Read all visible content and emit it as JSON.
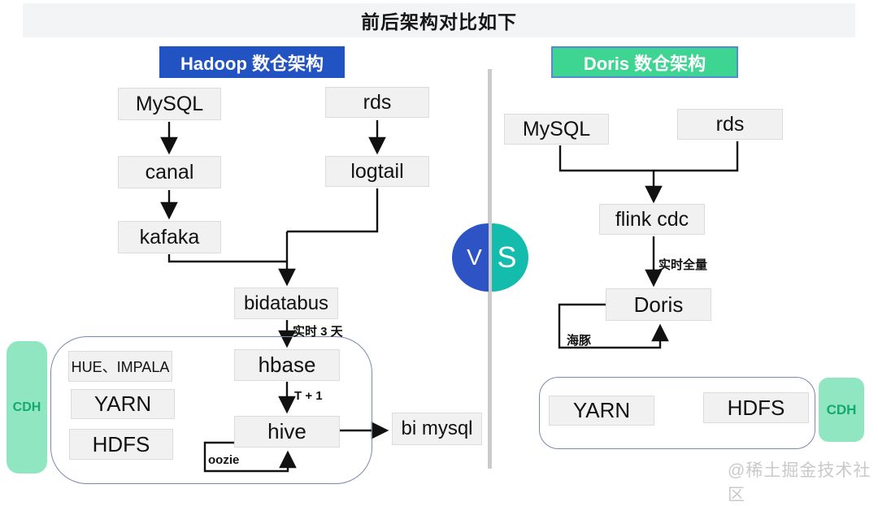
{
  "title": "前后架构对比如下",
  "watermark": "@稀土掘金技术社区",
  "vs_badge": {
    "left_letter": "V",
    "right_letter": "S",
    "left_color": "#2e53c4",
    "right_color": "#14bcae"
  },
  "hadoop": {
    "header": "Hadoop 数仓架构",
    "header_color": "#2253c2",
    "nodes": {
      "mysql": "MySQL",
      "rds": "rds",
      "canal": "canal",
      "logtail": "logtail",
      "kafaka": "kafaka",
      "bidatabus": "bidatabus",
      "hbase": "hbase",
      "hive": "hive",
      "bi_mysql": "bi mysql"
    },
    "edge_labels": {
      "bidatabus_hbase": "实时 3 天",
      "hbase_hive": "T + 1",
      "hive_loop": "oozie"
    },
    "cdh": {
      "label": "CDH",
      "services": [
        "HUE、IMPALA",
        "YARN",
        "HDFS"
      ]
    }
  },
  "doris": {
    "header": "Doris 数仓架构",
    "header_color": "#3ed492",
    "nodes": {
      "mysql": "MySQL",
      "rds": "rds",
      "flink_cdc": "flink cdc",
      "doris": "Doris"
    },
    "edge_labels": {
      "flink_doris": "实时全量",
      "doris_loop": "海豚"
    },
    "cdh": {
      "label": "CDH",
      "services": [
        "YARN",
        "HDFS"
      ]
    }
  }
}
